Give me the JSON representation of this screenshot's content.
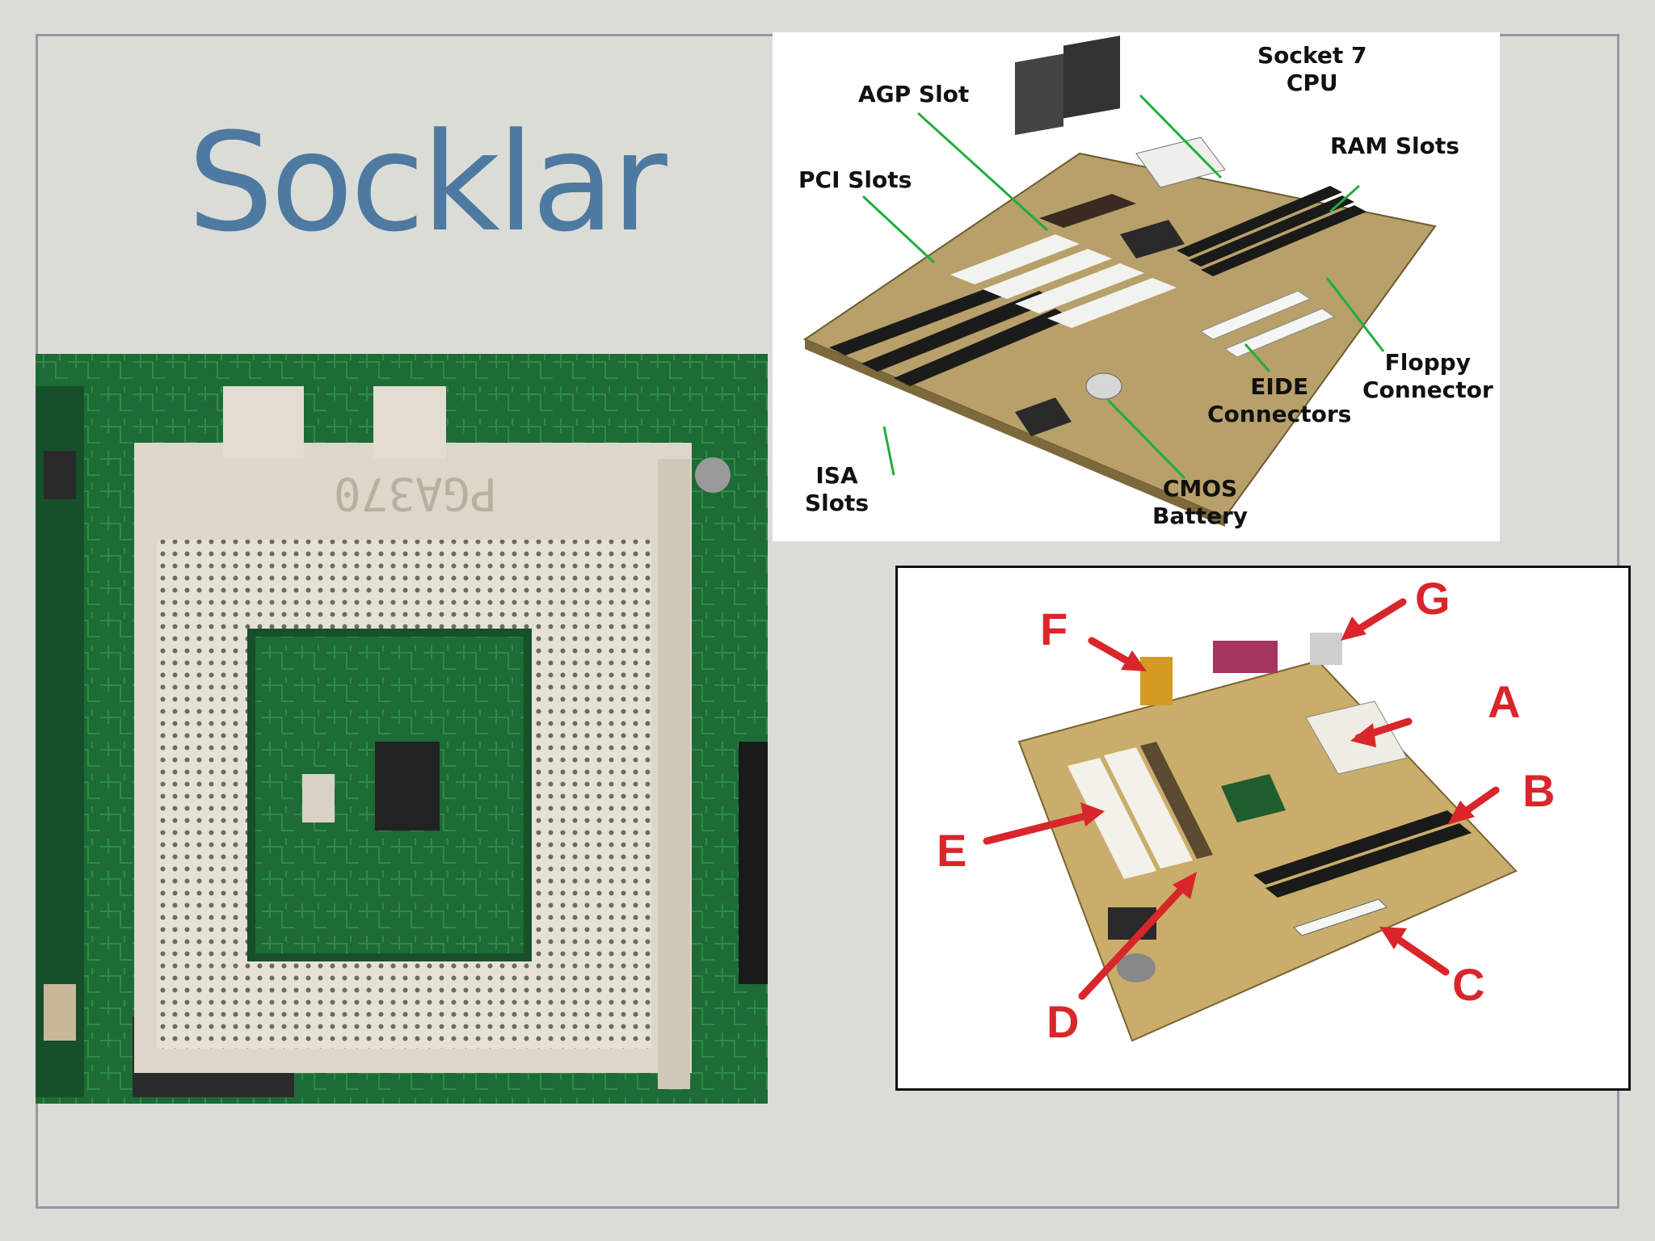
{
  "slide": {
    "title": "Socklar"
  },
  "socket_photo": {
    "socket_marking": "PGA370"
  },
  "labeled_motherboard": {
    "labels": {
      "socket7": [
        "Socket 7",
        "CPU"
      ],
      "agp": [
        "AGP Slot"
      ],
      "pci": [
        "PCI Slots"
      ],
      "ram": [
        "RAM Slots"
      ],
      "floppy": [
        "Floppy",
        "Connector"
      ],
      "eide": [
        "EIDE",
        "Connectors"
      ],
      "isa": [
        "ISA",
        "Slots"
      ],
      "cmos": [
        "CMOS",
        "Battery"
      ]
    },
    "arrow_color": "#1fae3a"
  },
  "lettered_motherboard": {
    "letters": [
      "A",
      "B",
      "C",
      "D",
      "E",
      "F",
      "G"
    ],
    "arrow_color": "#d8262a"
  },
  "colors": {
    "background": "#dcdcd6",
    "title": "#4e7aa1",
    "frame": "#8e9aa6"
  }
}
